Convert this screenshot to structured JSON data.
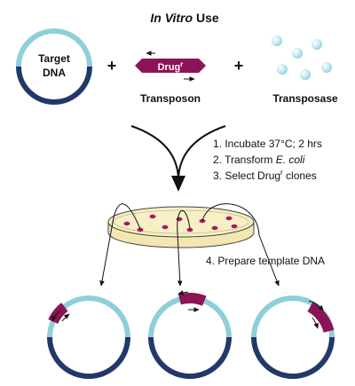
{
  "title": {
    "italic": "In Vitro",
    "rest": " Use"
  },
  "target_dna": {
    "line1": "Target",
    "line2": "DNA"
  },
  "plus": "+",
  "transposon": {
    "label": "Transposon",
    "marker": "Drug",
    "marker_sup": "r"
  },
  "transposase": {
    "label": "Transposase"
  },
  "steps": [
    {
      "pre": "1. Incubate 37°C; 2 hrs",
      "ital": "",
      "post": "",
      "sup": "",
      "post2": ""
    },
    {
      "pre": "2. Transform ",
      "ital": "E. coli",
      "post": "",
      "sup": "",
      "post2": ""
    },
    {
      "pre": "3. Select Drug",
      "ital": "",
      "post": "",
      "sup": "r",
      "post2": " clones"
    }
  ],
  "step4": "4. Prepare template DNA",
  "colors": {
    "dna_light": "#8ecfd9",
    "dna_dark": "#23386a",
    "transposon": "#8b1457",
    "enzyme": "#b9e3ea",
    "dish": "#f7efc6",
    "colony": "#a5195f"
  }
}
